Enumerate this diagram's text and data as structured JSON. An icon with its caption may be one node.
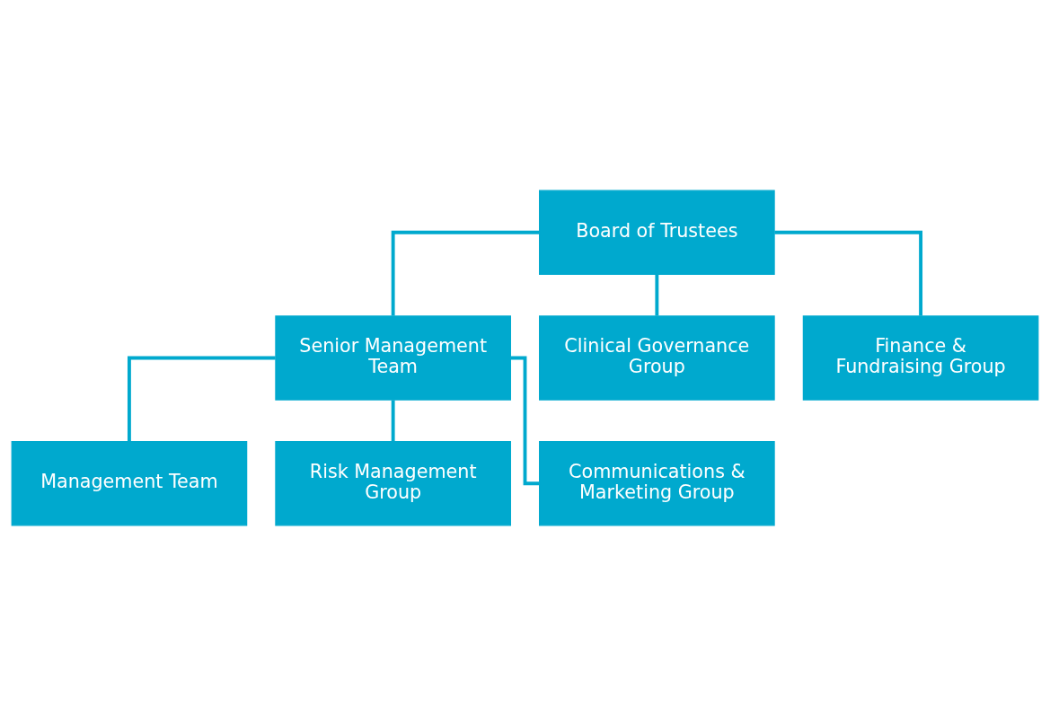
{
  "diagram": {
    "nodes": [
      {
        "text": [
          "Board of Trustees"
        ]
      },
      {
        "text": [
          "Senior Management Team"
        ]
      },
      {
        "text": [
          "Clinical Governance Group"
        ]
      },
      {
        "text": [
          "Finance & Fundraising Group"
        ]
      },
      {
        "text": [
          "Management Team"
        ]
      },
      {
        "text": [
          "Risk Management Group"
        ]
      },
      {
        "text": [
          "Communications & Marketing Group"
        ]
      }
    ],
    "edges": [
      {
        "from": 0,
        "to": 1,
        "arrow": "none"
      },
      {
        "from": 0,
        "to": 2,
        "arrow": "none"
      },
      {
        "from": 0,
        "to": 3,
        "arrow": "none"
      },
      {
        "from": 1,
        "to": 4,
        "arrow": "none"
      },
      {
        "from": 1,
        "to": 5,
        "arrow": "none"
      },
      {
        "from": 1,
        "to": 6,
        "arrow": "none"
      }
    ]
  }
}
